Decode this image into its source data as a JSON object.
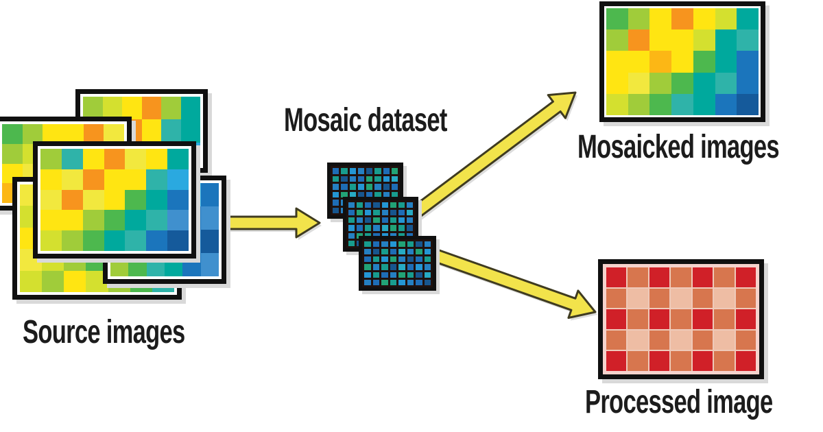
{
  "labels": {
    "source": "Source images",
    "mosaic": "Mosaic dataset",
    "mosaicked": "Mosaicked images",
    "processed": "Processed image"
  },
  "colors": {
    "background": "#ffffff",
    "text": "#1c1c1c",
    "image_border": "#101010",
    "image_inner": "#ffffff",
    "shadow": "#d9d9d9",
    "arrow_fill": "#f2e34b",
    "arrow_outline": "#3f3b20",
    "arrow_shadow": "#dcdcdc",
    "tile_border": "#101010",
    "tile_bg": "#1f110e",
    "gingham_line": "#efcaba",
    "gingham_margin": "#f5d3cd"
  },
  "palette": {
    "Y": "#ffe512",
    "y": "#f2e83e",
    "O": "#f7941e",
    "o": "#fcb715",
    "L": "#d4e02f",
    "g": "#a0cc3a",
    "G": "#4db84e",
    "E": "#00a55e",
    "T": "#00a99d",
    "t": "#2fb3a9",
    "C": "#2aa9e0",
    "B": "#1b75bc",
    "b": "#4090ce",
    "D": "#155a9b"
  },
  "tile_palette": {
    "p": "#1e6db6",
    "q": "#189c8e",
    "r": "#2496d4",
    "s": "#17568e",
    "u": "#22a376",
    "v": "#2580c2",
    "w": "#27aac4"
  },
  "source_images": [
    {
      "name": "back-top",
      "grid": [
        "gLYOgT",
        "yYOYtT",
        "LYyGtC"
      ]
    },
    {
      "name": "left-middle",
      "grid": [
        "GgYYOy",
        "gLYOYg",
        "YyLgGt",
        "oYgGtT"
      ]
    },
    {
      "name": "bottom-left",
      "grid": [
        "yLgYYgG",
        "LYyLgGt",
        "YygLGtT",
        "yLgGtTg",
        "LgYLgGt"
      ]
    },
    {
      "name": "right-back",
      "grid": [
        "gGtTCB",
        "GtTCBb",
        "LgTtBD",
        "gGtTBb"
      ]
    },
    {
      "name": "front",
      "grid": [
        "gtYOyYT",
        "YyOYYtC",
        "yOyYGTB",
        "YYgGTtb",
        "LgGTtBD"
      ]
    }
  ],
  "mosaic_tiles": [
    {
      "grid": [
        "pqrvsqpu",
        "qsvpuqrw",
        "vpqruvsp",
        "ruwspqvq",
        "pvquvrsu",
        "svpqrupw"
      ]
    },
    {
      "grid": [
        "vqpsruqv",
        "purqvspw",
        "qvsupqrv",
        "rpqvwuqs",
        "vuqprvqp",
        "qsvrupwv"
      ]
    },
    {
      "grid": [
        "qpvruqsv",
        "vsqpwvur",
        "pqruvspq",
        "uvqswprv",
        "rqpvuqsw",
        "vpuqrvps"
      ]
    }
  ],
  "mosaicked_image": {
    "grid": [
      "GgYOYLT",
      "gOYYLTt",
      "YYoYGTB",
      "YygGTtB",
      "LgGtTBD"
    ]
  },
  "processed_image": {
    "rows": 5,
    "cols": 7,
    "dark": "#d02028",
    "mid": "#d7764e",
    "light": "#eebda4"
  }
}
